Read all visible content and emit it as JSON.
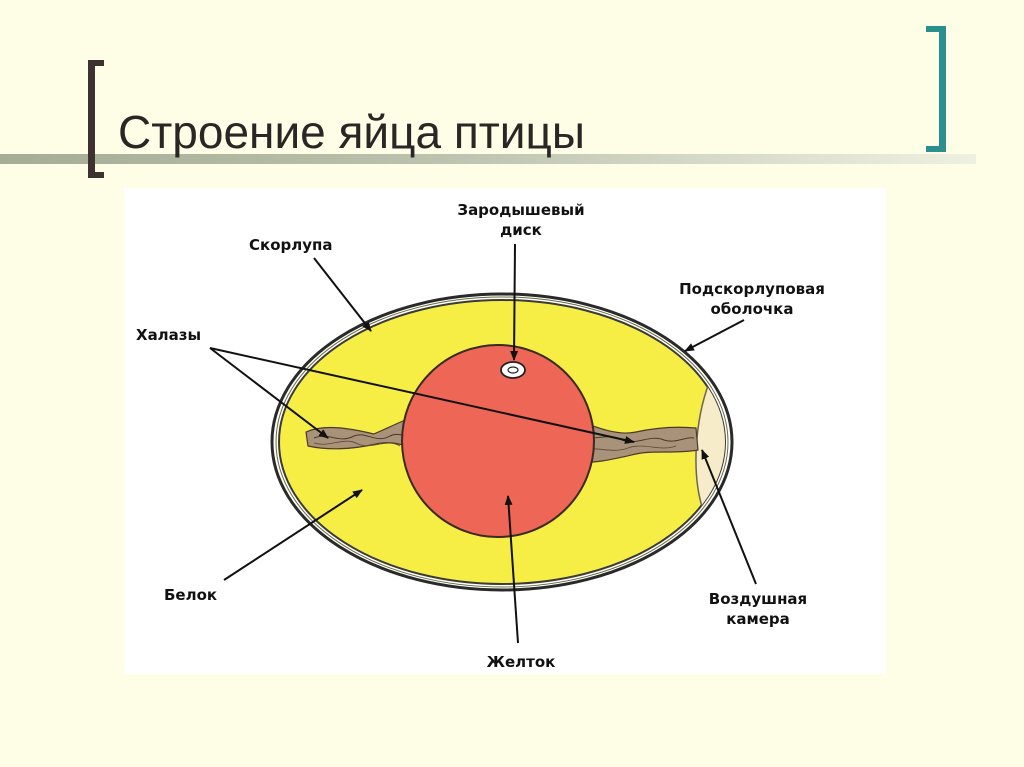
{
  "slide": {
    "title": "Строение яйца птицы"
  },
  "diagram": {
    "labels": {
      "germinal_disc_line1": "Зародышевый",
      "germinal_disc_line2": "диск",
      "shell": "Скорлупа",
      "shell_membrane_line1": "Подскорлуповая",
      "shell_membrane_line2": "оболочка",
      "chalazae": "Халазы",
      "albumen": "Белок",
      "air_cell_line1": "Воздушная",
      "air_cell_line2": "камера",
      "yolk": "Желток"
    },
    "colors": {
      "albumen": "#f7ee45",
      "yolk": "#ee6655",
      "air_cell": "#f6ecca",
      "chalaza": "#a8927a",
      "shell_outline": "#2a2a2a"
    }
  }
}
